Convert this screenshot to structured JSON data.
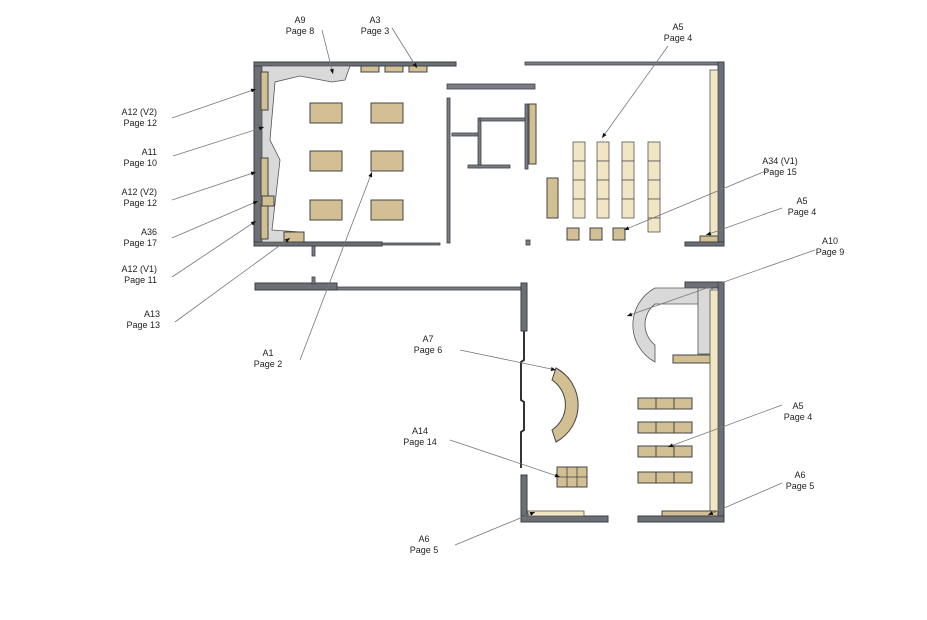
{
  "callouts": [
    {
      "id": "A9",
      "page": "Page 8"
    },
    {
      "id": "A3",
      "page": "Page 3"
    },
    {
      "id": "A5",
      "page": "Page 4"
    },
    {
      "id": "A12 (V2)",
      "page": "Page 12"
    },
    {
      "id": "A11",
      "page": "Page 10"
    },
    {
      "id": "A12 (V2)",
      "page": "Page 12"
    },
    {
      "id": "A36",
      "page": "Page 17"
    },
    {
      "id": "A12 (V1)",
      "page": "Page 11"
    },
    {
      "id": "A13",
      "page": "Page 13"
    },
    {
      "id": "A1",
      "page": "Page 2"
    },
    {
      "id": "A34 (V1)",
      "page": "Page 15"
    },
    {
      "id": "A5",
      "page": "Page 4"
    },
    {
      "id": "A10",
      "page": "Page 9"
    },
    {
      "id": "A7",
      "page": "Page 6"
    },
    {
      "id": "A14",
      "page": "Page 14"
    },
    {
      "id": "A5",
      "page": "Page 4"
    },
    {
      "id": "A6",
      "page": "Page 5"
    },
    {
      "id": "A6",
      "page": "Page 5"
    }
  ],
  "colors": {
    "wall": "#6c7076",
    "furniture": "#d2bf94",
    "shelving": "#f1e6c4",
    "fixture": "#d9d9d9"
  }
}
